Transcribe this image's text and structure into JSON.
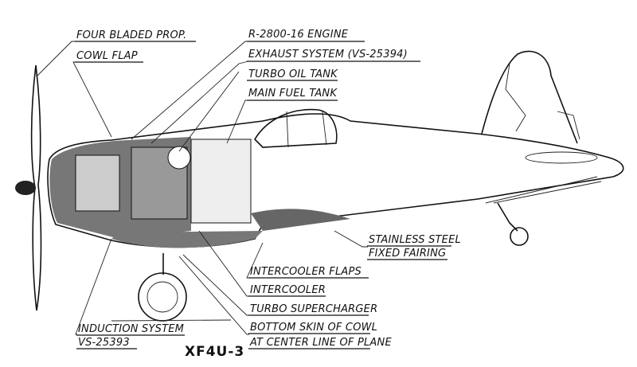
{
  "title": "XF4U-3",
  "labels": {
    "prop": "FOUR BLADED PROP.",
    "cowl_flap": "COWL FLAP",
    "engine": "R-2800-16 ENGINE",
    "exhaust": "EXHAUST SYSTEM (VS-25394)",
    "turbo_oil": "TURBO OIL TANK",
    "fuel_tank": "MAIN FUEL TANK",
    "fairing_1": "STAINLESS STEEL",
    "fairing_2": "FIXED FAIRING",
    "intercooler_flaps": "INTERCOOLER FLAPS",
    "intercooler": "INTERCOOLER",
    "turbo_supercharger": "TURBO SUPERCHARGER",
    "bottom_skin_1": "BOTTOM  SKIN OF COWL",
    "bottom_skin_2": "AT CENTER LINE OF PLANE",
    "induction_1": "INDUCTION SYSTEM",
    "induction_2": "VS-25393"
  }
}
